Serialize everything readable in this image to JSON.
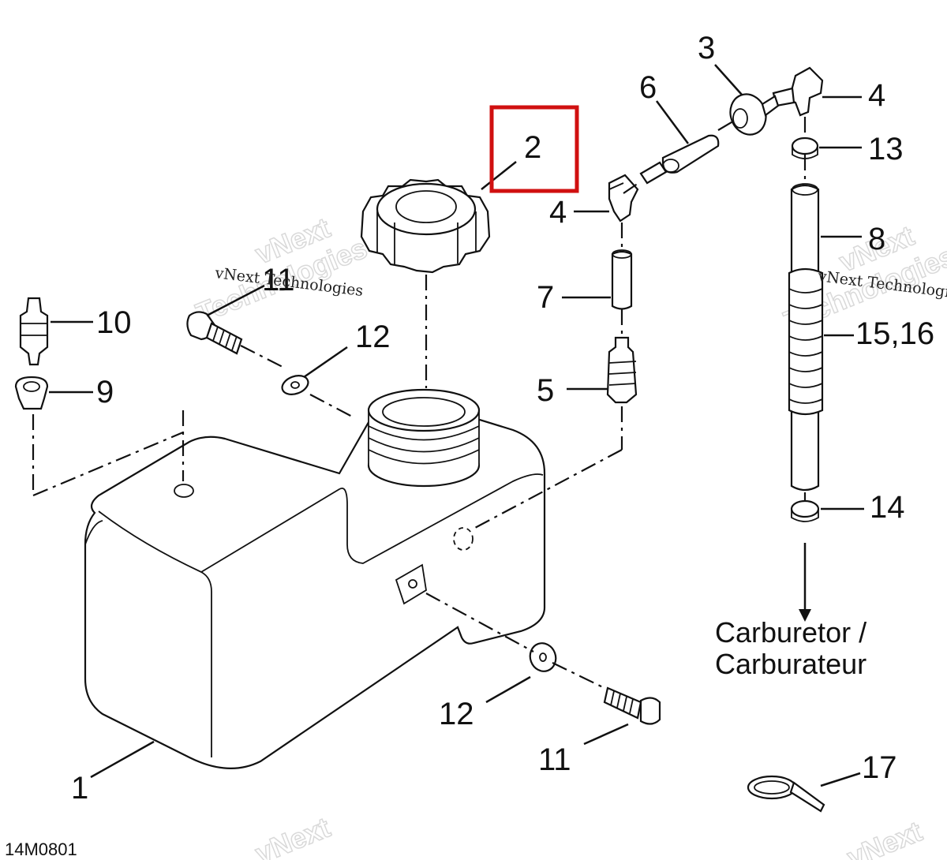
{
  "diagram": {
    "figure_id": "14M0801",
    "destination_label_line1": "Carburetor /",
    "destination_label_line2": "Carburateur",
    "highlighted_part": "2",
    "highlight_color": "#d01010",
    "watermarks": {
      "small": "vNext Technologies",
      "large_line1": "vNext",
      "large_line2": "Technologies"
    },
    "callouts": {
      "p1": "1",
      "p2": "2",
      "p3": "3",
      "p4_top": "4",
      "p4_left": "4",
      "p5": "5",
      "p6": "6",
      "p7": "7",
      "p8": "8",
      "p9": "9",
      "p10": "10",
      "p11_top": "11",
      "p11_bottom": "11",
      "p12_top": "12",
      "p12_bottom": "12",
      "p13": "13",
      "p14": "14",
      "p15_16": "15,16",
      "p17": "17"
    }
  }
}
